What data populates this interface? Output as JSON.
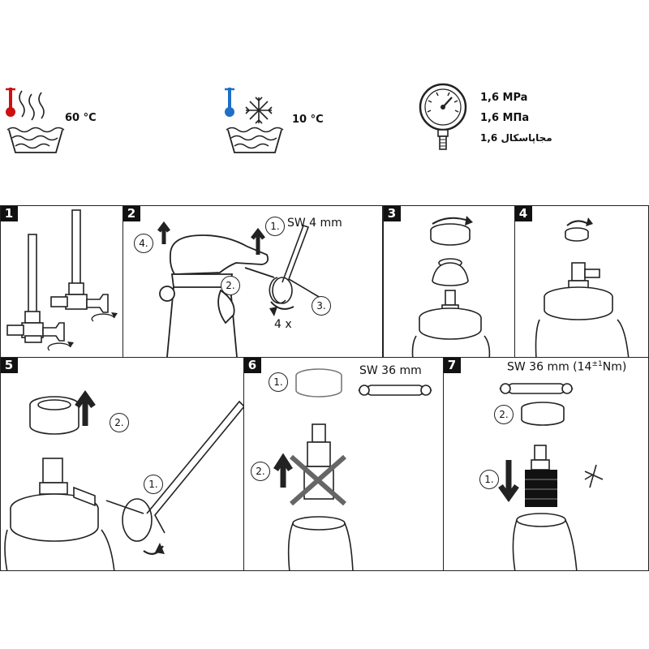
{
  "temps": {
    "hot": "60 °C",
    "cold": "10 °C"
  },
  "pressure": {
    "line1": "1,6 MPa",
    "line2": "1,6 МПа",
    "line3": "مجاپاسكال 1,6"
  },
  "colors": {
    "hot": "#cc1111",
    "cold": "#1e6fc8",
    "ink": "#222222"
  },
  "steps": {
    "s1": {
      "num": "1"
    },
    "s2": {
      "num": "2",
      "tool": "SW 4 mm",
      "c1": "1.",
      "c2": "2.",
      "c3": "3.",
      "c4": "4.",
      "turns": "4 x"
    },
    "s3": {
      "num": "3"
    },
    "s4": {
      "num": "4"
    },
    "s5": {
      "num": "5",
      "c1": "1.",
      "c2": "2."
    },
    "s6": {
      "num": "6",
      "tool": "SW 36 mm",
      "c1": "1.",
      "c2": "2."
    },
    "s7": {
      "num": "7",
      "tool_main": "SW 36 mm (14",
      "tool_sup": "±1",
      "tool_end": "Nm)",
      "c1": "1.",
      "c2": "2."
    }
  }
}
